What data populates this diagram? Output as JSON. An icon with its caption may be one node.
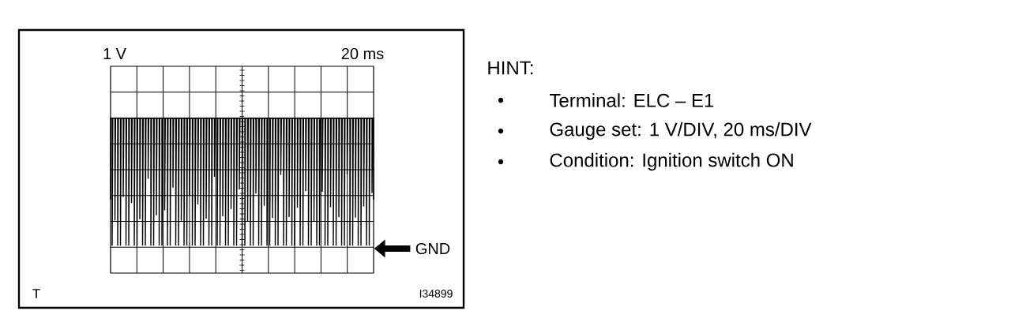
{
  "diagram": {
    "nodes": [
      {
        "text": [],
        "shape": "box"
      },
      {
        "text": [
          "GND"
        ]
      }
    ],
    "edges": [
      {
        "from": 1,
        "to": 0,
        "arrow": "to"
      }
    ],
    "labels": [
      "1 V",
      "20 ms",
      "T",
      "I34899",
      "HINT:",
      "Terminal: ELC – E1",
      "Gauge set: 1 V/DIV, 20 ms/DIV",
      "Condition: Ignition switch ON"
    ]
  }
}
